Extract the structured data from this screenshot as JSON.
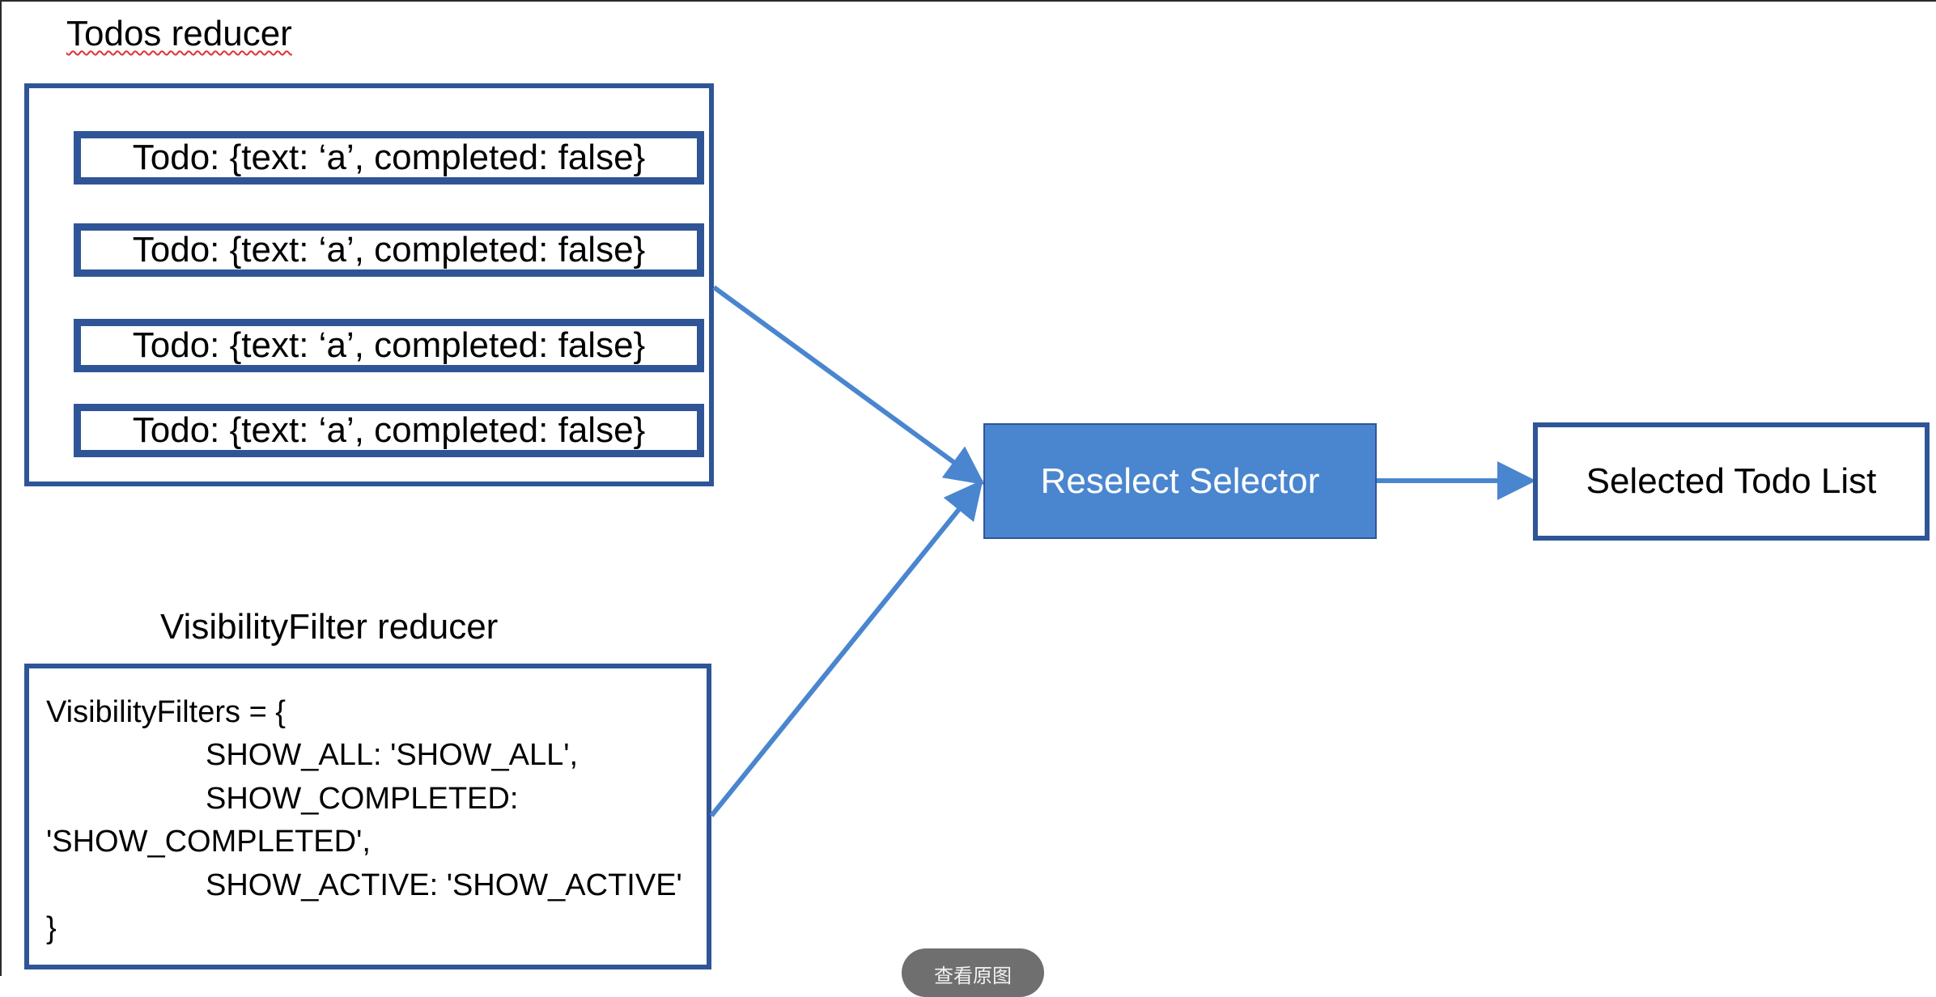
{
  "todos_reducer": {
    "title": "Todos reducer",
    "items": [
      "Todo: {text: ‘a’, completed: false}",
      "Todo: {text: ‘a’, completed: false}",
      "Todo: {text: ‘a’, completed: false}",
      "Todo: {text: ‘a’, completed: false}"
    ]
  },
  "visibility_reducer": {
    "title": "VisibilityFilter reducer",
    "code_lines": [
      "VisibilityFilters = {",
      "SHOW_ALL: 'SHOW_ALL',",
      "SHOW_COMPLETED:",
      "'SHOW_COMPLETED',",
      "SHOW_ACTIVE: 'SHOW_ACTIVE'",
      "}"
    ]
  },
  "selector": {
    "label": "Reselect Selector"
  },
  "output": {
    "label": "Selected Todo List"
  },
  "overlay": {
    "view_original_label": "查看原图"
  },
  "colors": {
    "border": "#2f5597",
    "selector_fill": "#4a86cf",
    "arrow": "#4a86cf"
  }
}
